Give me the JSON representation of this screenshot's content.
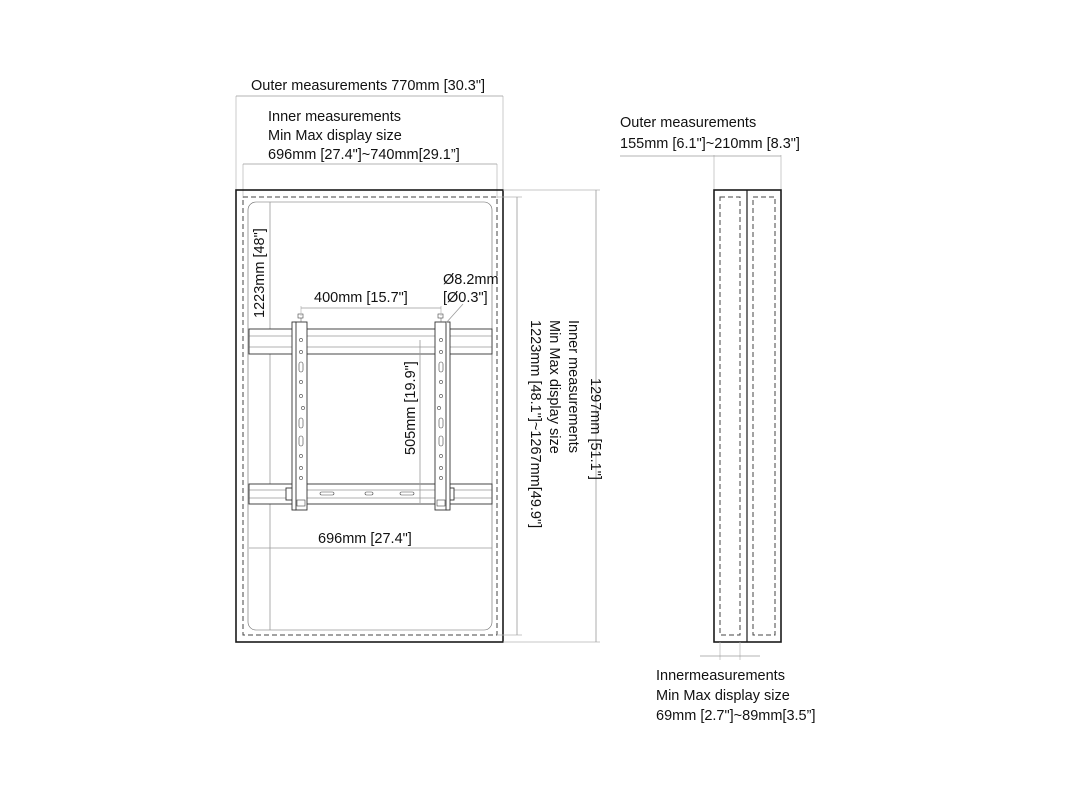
{
  "front_view": {
    "outer_width_label": "Outer measurements 770mm [30.3\"]",
    "inner_width_label": {
      "line1": "Inner measurements",
      "line2": "Min Max display size",
      "line3": "696mm [27.4\"]~740mm[29.1”]"
    },
    "inner_height_edge_label": "1223mm [48\"]",
    "vesa_horizontal_label": "400mm [15.7\"]",
    "hole_diameter_label": {
      "line1": "Ø8.2mm",
      "line2": "[Ø0.3\"]"
    },
    "vesa_vertical_label": "505mm [19.9\"]",
    "rail_width_label": "696mm [27.4\"]",
    "inner_height_label": {
      "line1": "Inner measurements",
      "line2": "Min Max display size",
      "line3": "1223mm [48.1\"]~1267mm[49.9\"]"
    },
    "outer_height_label": "1297mm [51.1\"]"
  },
  "side_view": {
    "outer_depth_label": {
      "line1": "Outer measurements",
      "line2": "155mm [6.1\"]~210mm [8.3\"]"
    },
    "inner_depth_label": {
      "line1": "Innermeasurements",
      "line2": "Min Max display size",
      "line3": "69mm [2.7\"]~89mm[3.5”]"
    }
  }
}
